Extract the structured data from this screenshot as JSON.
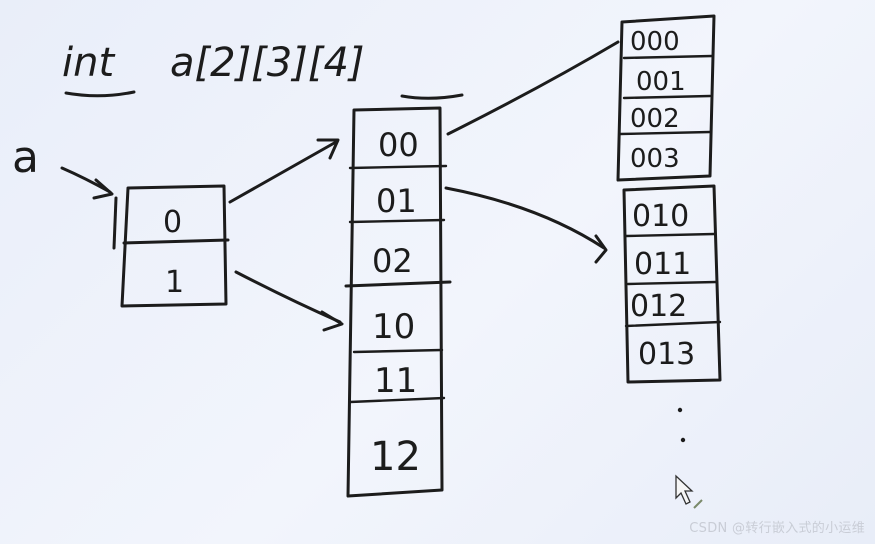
{
  "title": {
    "keyword": "int",
    "expr": "a[2][3][4]"
  },
  "pointer_label": "a",
  "level1": [
    "0",
    "1"
  ],
  "level2": [
    "00",
    "01",
    "02",
    "10",
    "11",
    "12"
  ],
  "level3_group_a": [
    "000",
    "001",
    "002",
    "003"
  ],
  "level3_group_b": [
    "010",
    "011",
    "012",
    "013"
  ],
  "watermark": "CSDN @转行嵌入式的小运维"
}
